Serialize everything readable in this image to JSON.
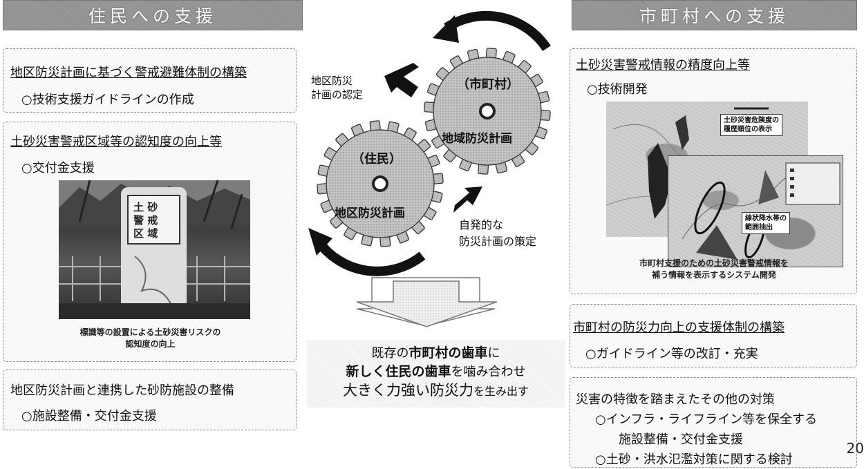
{
  "left": {
    "banner": "住民への支援",
    "box1": {
      "title": "地区防災計画に基づく警戒避難体制の構築",
      "item": "○技術支援ガイドラインの作成"
    },
    "box2": {
      "title": "土砂災害警戒区域等の認知度の向上等",
      "item": "○交付金支援",
      "caption_line1": "標識等の設置による土砂災害リスクの",
      "caption_line2": "認知度の向上"
    },
    "box3": {
      "title": "地区防災計画と連携した砂防施設の整備",
      "item": "○施設整備・交付金支援"
    }
  },
  "center": {
    "gear_top_role": "（市町村）",
    "gear_top_plan": "地域防災計画",
    "gear_bottom_role": "（住民）",
    "gear_bottom_plan": "地区防災計画",
    "label_cert_line1": "地区防災",
    "label_cert_line2": "計画の認定",
    "label_self_line1": "自発的な",
    "label_self_line2": "防災計画の策定",
    "result_line1_a": "既存の",
    "result_line1_b": "市町村の歯車",
    "result_line1_c": "に",
    "result_line2_a": "新しく住民の歯車",
    "result_line2_b": "を噛み合わせ",
    "result_line3_a": "大きく力強い防災力",
    "result_line3_b": "を生み出す"
  },
  "right": {
    "banner": "市町村への支援",
    "box1": {
      "title": "土砂災害警戒情報の精度向上等",
      "item": "○技術開発",
      "note1_line1": "土砂災害危険度の",
      "note1_line2": "履歴順位の表示",
      "note2_line1": "線状降水帯の",
      "note2_line2": "範囲抽出",
      "caption_line1": "市町村支援のための土砂災害警戒情報を",
      "caption_line2": "補う情報を表示するシステム開発"
    },
    "box2": {
      "title": "市町村の防災力向上の支援体制の構築",
      "item": "○ガイドライン等の改訂・充実"
    },
    "box3": {
      "title": "災害の特徴を踏まえたその他の対策",
      "item1": "○インフラ・ライフライン等を保全する",
      "item1b": "施設整備・交付金支援",
      "item2": "○土砂・洪水氾濫対策に関する検討"
    }
  },
  "page_number": "20"
}
